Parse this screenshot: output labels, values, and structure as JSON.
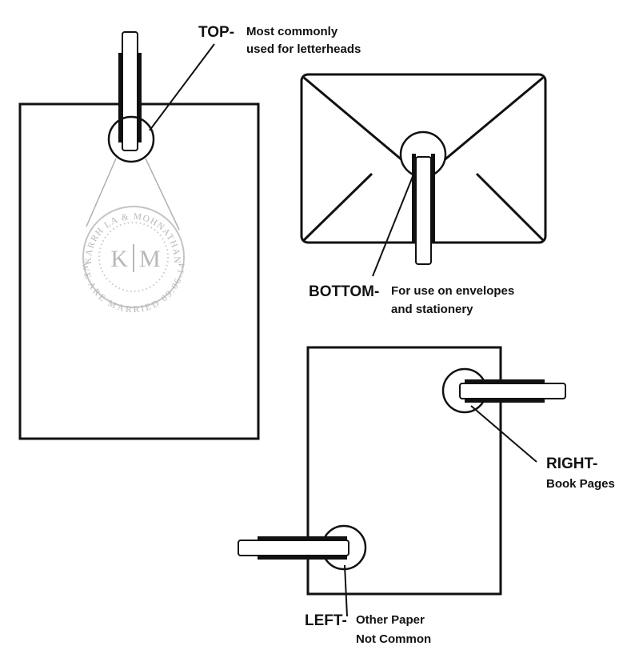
{
  "labels": {
    "top": {
      "title": "TOP-",
      "line1": "Most commonly",
      "line2": "used for letterheads"
    },
    "bottom": {
      "title": "BOTTOM-",
      "line1": "For use on envelopes",
      "line2": "and stationery"
    },
    "right": {
      "title": "RIGHT-",
      "line1": "Book Pages"
    },
    "left": {
      "title": "LEFT-",
      "line1": "Other Paper",
      "line2": "Not Common"
    }
  },
  "seal": {
    "top_arc": "KARRH LA & MOHNATHAN",
    "bottom_arc": "WE ARE MARRIED 09.06.14",
    "monogram_left": "K",
    "monogram_right": "M"
  },
  "colors": {
    "ink": "#111111",
    "seal": "#b8b8b8",
    "paper": "#ffffff"
  }
}
